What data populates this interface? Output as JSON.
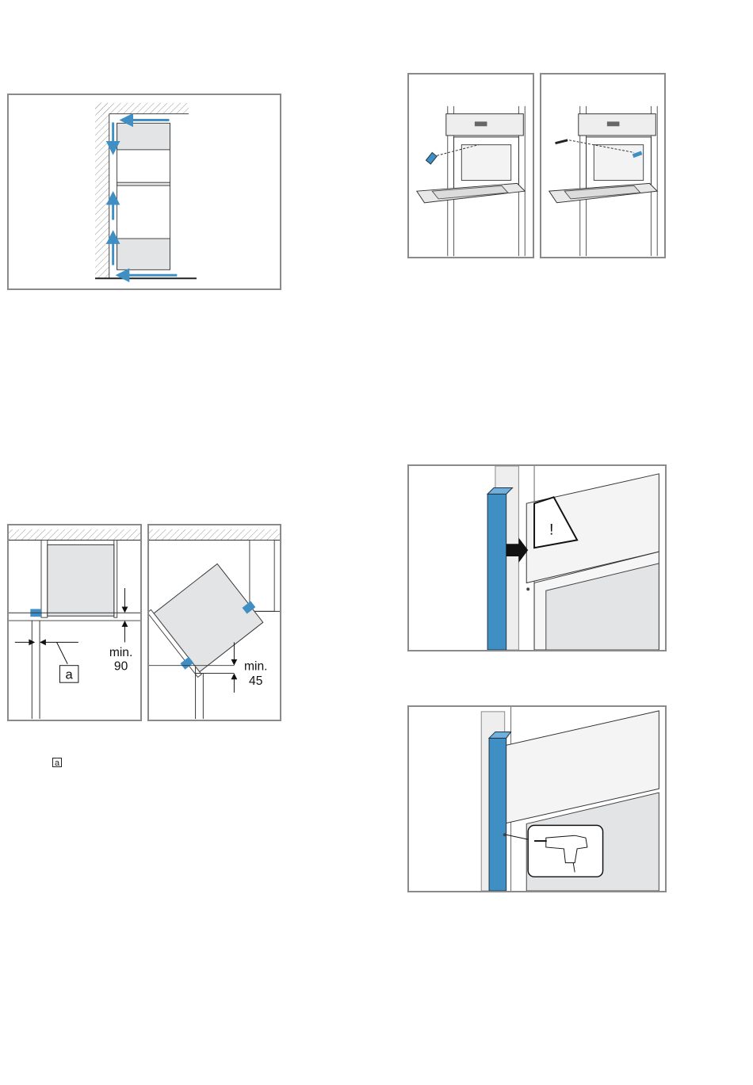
{
  "figures": {
    "ventilation": {
      "name": "ventilation airflow diagram"
    },
    "cooktop_left": {
      "name": "install with clearance",
      "label_a": "a",
      "label_min": "min.",
      "label_value": "90"
    },
    "cooktop_right": {
      "name": "tilted install",
      "label_min": "min.",
      "label_value": "45"
    },
    "screw_step_left": {
      "name": "screw insertion step 1"
    },
    "screw_step_right": {
      "name": "screw insertion step 2"
    },
    "strip_fit": {
      "name": "fitting strip warning"
    },
    "strip_drill": {
      "name": "drilling strip"
    }
  },
  "legend": {
    "key_a": "a"
  },
  "colors": {
    "accent_blue": "#3f8fc4",
    "panel_grey": "#e3e4e6",
    "frame": "#8a8a8a"
  }
}
